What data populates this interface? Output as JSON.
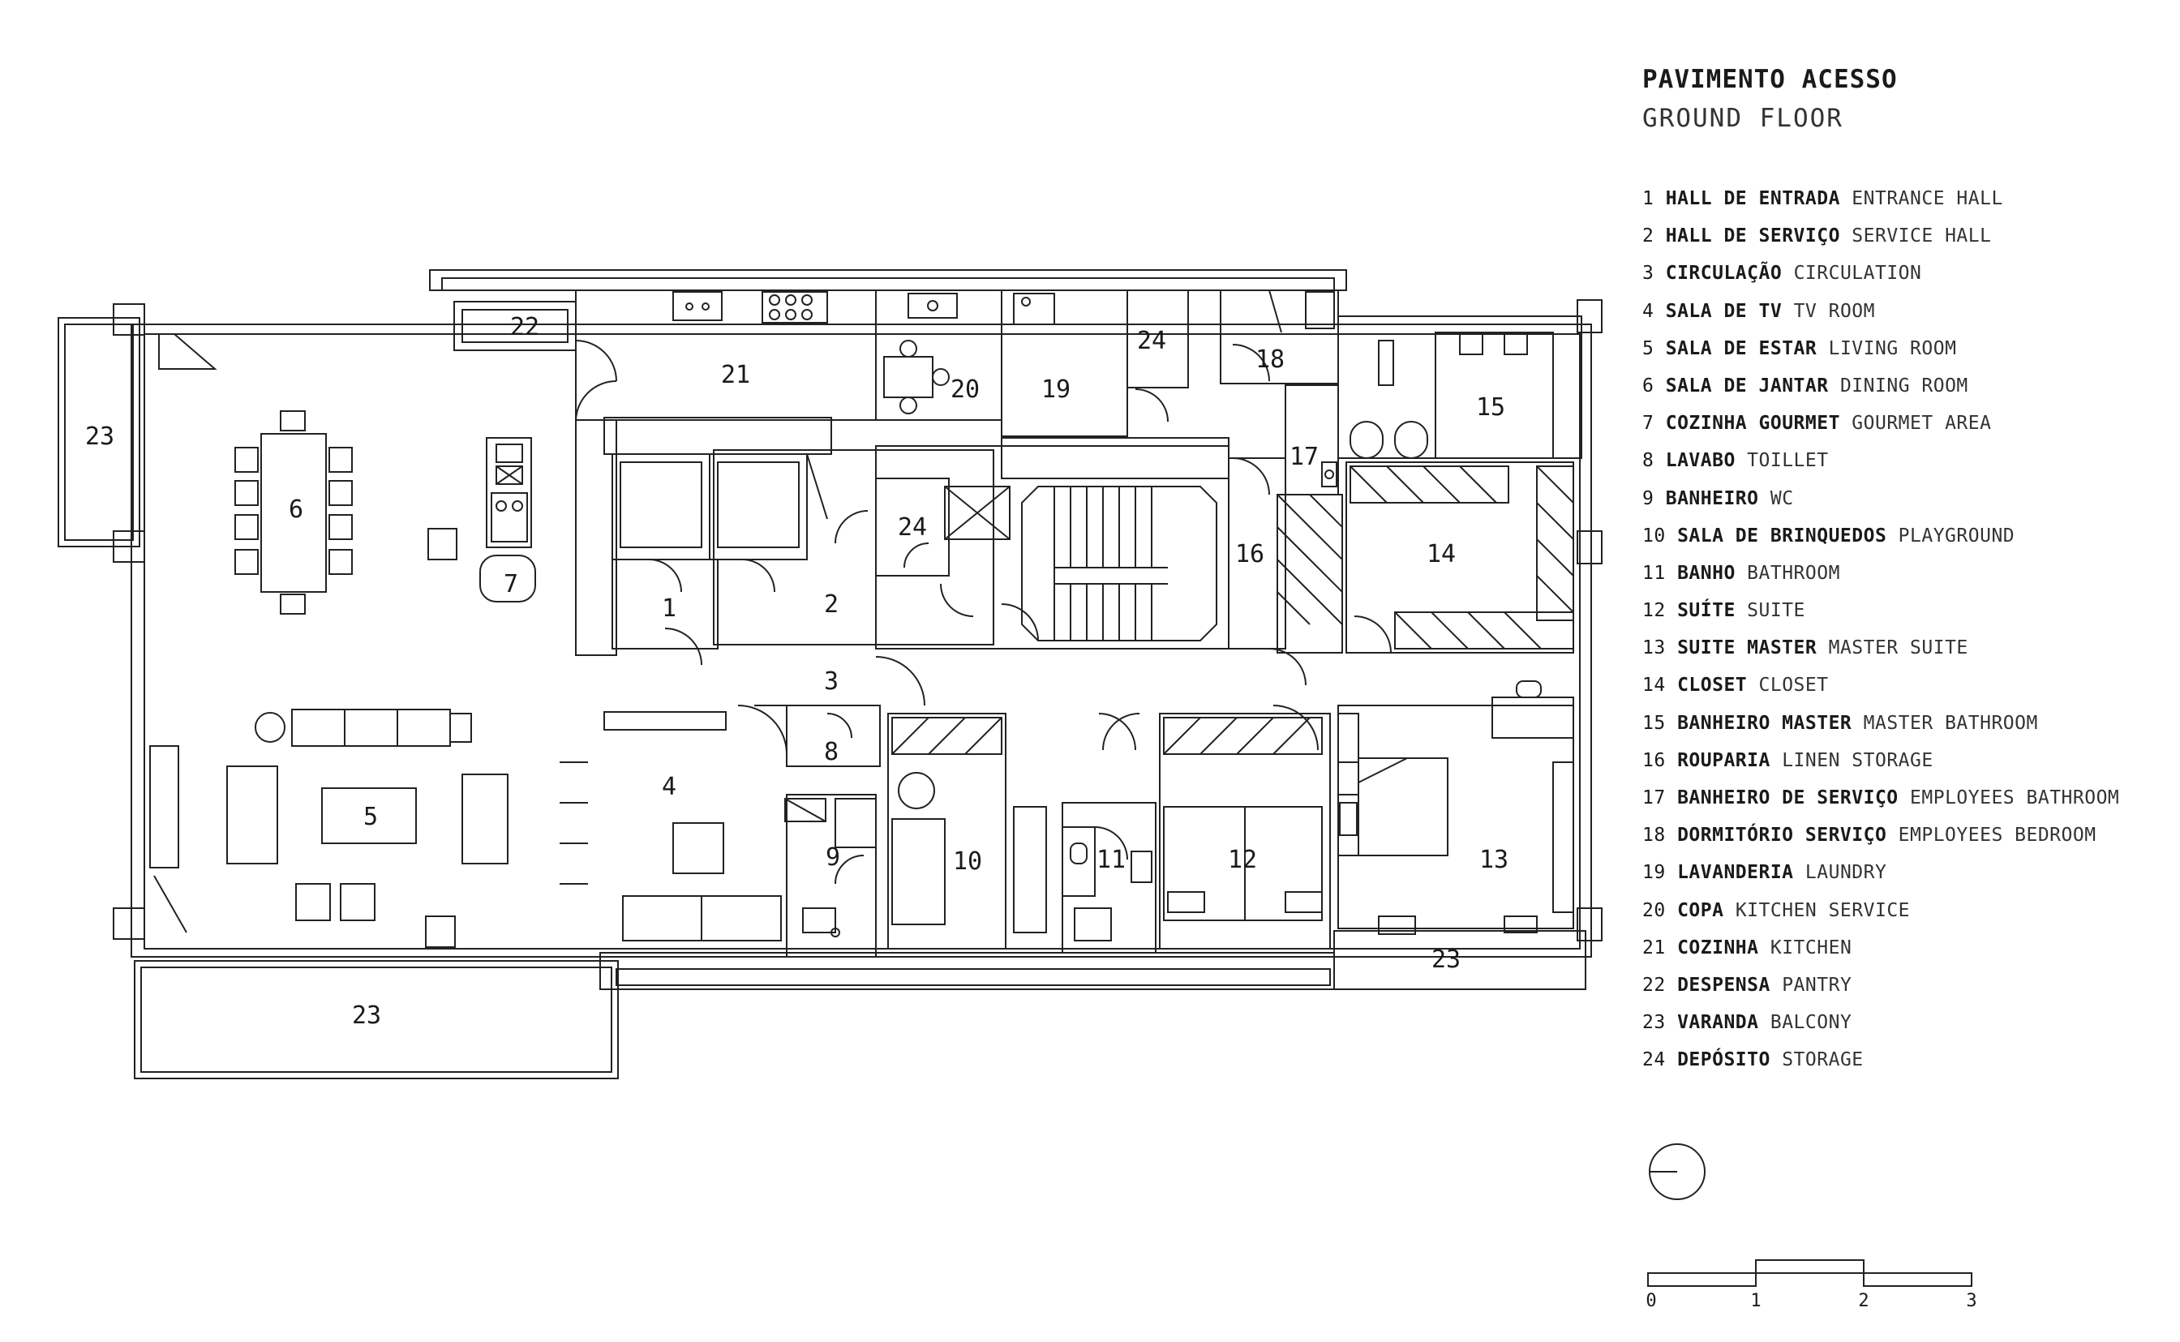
{
  "title": "PAVIMENTO ACESSO",
  "subtitle": "GROUND FLOOR",
  "legend": [
    {
      "n": "1",
      "pt": "HALL DE ENTRADA",
      "en": "ENTRANCE HALL"
    },
    {
      "n": "2",
      "pt": "HALL DE SERVIÇO",
      "en": "SERVICE HALL"
    },
    {
      "n": "3",
      "pt": "CIRCULAÇÃO",
      "en": "CIRCULATION"
    },
    {
      "n": "4",
      "pt": "SALA DE TV",
      "en": "TV ROOM"
    },
    {
      "n": "5",
      "pt": "SALA DE ESTAR",
      "en": "LIVING ROOM"
    },
    {
      "n": "6",
      "pt": "SALA DE JANTAR",
      "en": "DINING ROOM"
    },
    {
      "n": "7",
      "pt": "COZINHA GOURMET",
      "en": "GOURMET AREA"
    },
    {
      "n": "8",
      "pt": "LAVABO",
      "en": "TOILLET"
    },
    {
      "n": "9",
      "pt": "BANHEIRO",
      "en": "WC"
    },
    {
      "n": "10",
      "pt": "SALA DE BRINQUEDOS",
      "en": "PLAYGROUND"
    },
    {
      "n": "11",
      "pt": "BANHO",
      "en": "BATHROOM"
    },
    {
      "n": "12",
      "pt": "SUÍTE",
      "en": "SUITE"
    },
    {
      "n": "13",
      "pt": "SUITE MASTER",
      "en": "MASTER SUITE"
    },
    {
      "n": "14",
      "pt": "CLOSET",
      "en": "CLOSET"
    },
    {
      "n": "15",
      "pt": "BANHEIRO MASTER",
      "en": "MASTER BATHROOM"
    },
    {
      "n": "16",
      "pt": "ROUPARIA",
      "en": "LINEN STORAGE"
    },
    {
      "n": "17",
      "pt": "BANHEIRO DE SERVIÇO",
      "en": "EMPLOYEES BATHROOM"
    },
    {
      "n": "18",
      "pt": "DORMITÓRIO SERVIÇO",
      "en": "EMPLOYEES BEDROOM"
    },
    {
      "n": "19",
      "pt": "LAVANDERIA",
      "en": "LAUNDRY"
    },
    {
      "n": "20",
      "pt": "COPA",
      "en": "KITCHEN SERVICE"
    },
    {
      "n": "21",
      "pt": "COZINHA",
      "en": "KITCHEN"
    },
    {
      "n": "22",
      "pt": "DESPENSA",
      "en": "PANTRY"
    },
    {
      "n": "23",
      "pt": "VARANDA",
      "en": "BALCONY"
    },
    {
      "n": "24",
      "pt": "DEPÓSITO",
      "en": "STORAGE"
    }
  ],
  "room_labels": {
    "r1": "1",
    "r2": "2",
    "r3": "3",
    "r4": "4",
    "r5": "5",
    "r6": "6",
    "r7": "7",
    "r8": "8",
    "r9": "9",
    "r10": "10",
    "r11": "11",
    "r12": "12",
    "r13": "13",
    "r14": "14",
    "r15": "15",
    "r16": "16",
    "r17": "17",
    "r18": "18",
    "r19": "19",
    "r20": "20",
    "r21": "21",
    "r22": "22",
    "r23a": "23",
    "r23b": "23",
    "r23c": "23",
    "r24a": "24",
    "r24b": "24"
  },
  "scale_bar": {
    "labels": [
      "0",
      "1",
      "2",
      "3"
    ]
  }
}
